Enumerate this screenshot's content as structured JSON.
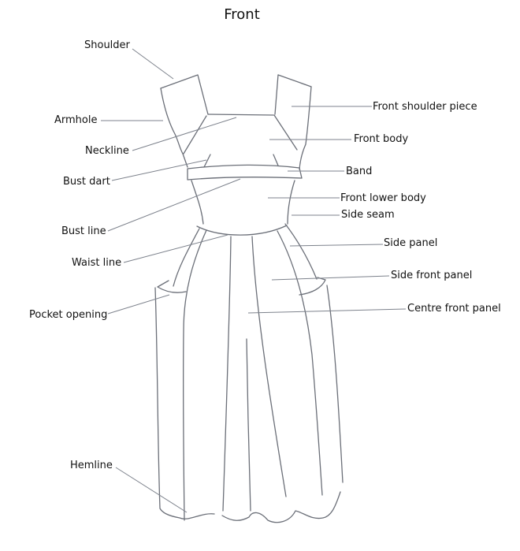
{
  "title": "Front",
  "labels_left": {
    "shoulder": "Shoulder",
    "armhole": "Armhole",
    "neckline": "Neckline",
    "bust_dart": "Bust dart",
    "bust_line": "Bust line",
    "waist_line": "Waist line",
    "pocket_opening": "Pocket opening",
    "hemline": "Hemline"
  },
  "labels_right": {
    "front_shoulder_piece": "Front shoulder piece",
    "front_body": "Front body",
    "band": "Band",
    "front_lower_body": "Front lower body",
    "side_seam": "Side seam",
    "side_panel": "Side panel",
    "side_front_panel": "Side front panel",
    "centre_front_panel": "Centre front panel"
  }
}
